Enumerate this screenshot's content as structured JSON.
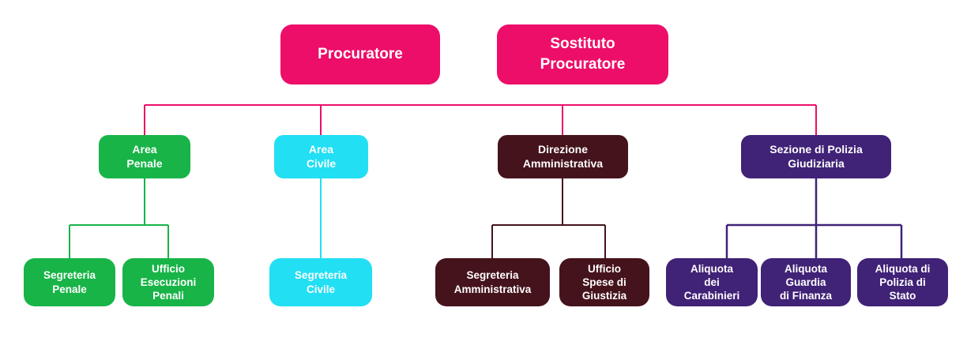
{
  "colors": {
    "pink": "#ED0E69",
    "green": "#18B448",
    "cyan": "#22DFF4",
    "maroon": "#45131C",
    "purple": "#402277",
    "text": "#FFFFFF",
    "background": "#FFFFFF"
  },
  "nodes": {
    "procuratore": {
      "label": "Procuratore",
      "color": "pink",
      "level": 1
    },
    "sostituto": {
      "label": "Sostituto\nProcuratore",
      "color": "pink",
      "level": 1
    },
    "areaPenale": {
      "label": "Area\nPenale",
      "color": "green",
      "level": 2
    },
    "areaCivile": {
      "label": "Area\nCivile",
      "color": "cyan",
      "level": 2
    },
    "direzione": {
      "label": "Direzione\nAmministrativa",
      "color": "maroon",
      "level": 2
    },
    "sezione": {
      "label": "Sezione di Polizia\nGiudiziaria",
      "color": "purple",
      "level": 2
    },
    "segrPenale": {
      "label": "Segreteria\nPenale",
      "color": "green",
      "level": 3
    },
    "uffEsecuzioni": {
      "label": "Ufficio\nEsecuzioni\nPenali",
      "color": "green",
      "level": 3
    },
    "segrCivile": {
      "label": "Segreteria\nCivile",
      "color": "cyan",
      "level": 3
    },
    "segrAmministrativa": {
      "label": "Segreteria\nAmministrativa",
      "color": "maroon",
      "level": 3
    },
    "uffSpese": {
      "label": "Ufficio\nSpese di\nGiustizia",
      "color": "maroon",
      "level": 3
    },
    "aliqCarabinieri": {
      "label": "Aliquota\ndei\nCarabinieri",
      "color": "purple",
      "level": 3
    },
    "aliqGuardia": {
      "label": "Aliquota\nGuardia\ndi Finanza",
      "color": "purple",
      "level": 3
    },
    "aliqPolizia": {
      "label": "Aliquota di\nPolizia di\nStato",
      "color": "purple",
      "level": 3
    }
  },
  "hierarchy": {
    "roots": [
      "Procuratore",
      "Sostituto Procuratore"
    ],
    "branches": [
      {
        "parent": "Area Penale",
        "children": [
          "Segreteria Penale",
          "Ufficio Esecuzioni Penali"
        ]
      },
      {
        "parent": "Area Civile",
        "children": [
          "Segreteria Civile"
        ]
      },
      {
        "parent": "Direzione Amministrativa",
        "children": [
          "Segreteria Amministrativa",
          "Ufficio Spese di Giustizia"
        ]
      },
      {
        "parent": "Sezione di Polizia Giudiziaria",
        "children": [
          "Aliquota dei Carabinieri",
          "Aliquota Guardia di Finanza",
          "Aliquota di Polizia di Stato"
        ]
      }
    ]
  }
}
